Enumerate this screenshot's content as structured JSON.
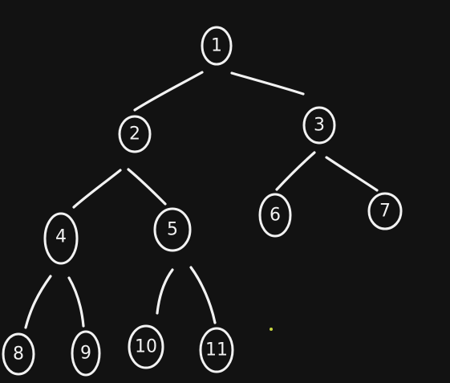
{
  "tree": {
    "nodes": [
      {
        "id": "n1",
        "label": "1"
      },
      {
        "id": "n2",
        "label": "2"
      },
      {
        "id": "n3",
        "label": "3"
      },
      {
        "id": "n4",
        "label": "4"
      },
      {
        "id": "n5",
        "label": "5"
      },
      {
        "id": "n6",
        "label": "6"
      },
      {
        "id": "n7",
        "label": "7"
      },
      {
        "id": "n8",
        "label": "8"
      },
      {
        "id": "n9",
        "label": "9"
      },
      {
        "id": "n10",
        "label": "10"
      },
      {
        "id": "n11",
        "label": "11"
      }
    ],
    "edges": [
      {
        "from": "n1",
        "to": "n2"
      },
      {
        "from": "n1",
        "to": "n3"
      },
      {
        "from": "n2",
        "to": "n4"
      },
      {
        "from": "n2",
        "to": "n5"
      },
      {
        "from": "n3",
        "to": "n6"
      },
      {
        "from": "n3",
        "to": "n7"
      },
      {
        "from": "n4",
        "to": "n8"
      },
      {
        "from": "n4",
        "to": "n9"
      },
      {
        "from": "n5",
        "to": "n10"
      },
      {
        "from": "n5",
        "to": "n11"
      }
    ]
  },
  "colors": {
    "background": "#121212",
    "ink": "#f2f2f2",
    "stray_dot": "#c8d640"
  }
}
